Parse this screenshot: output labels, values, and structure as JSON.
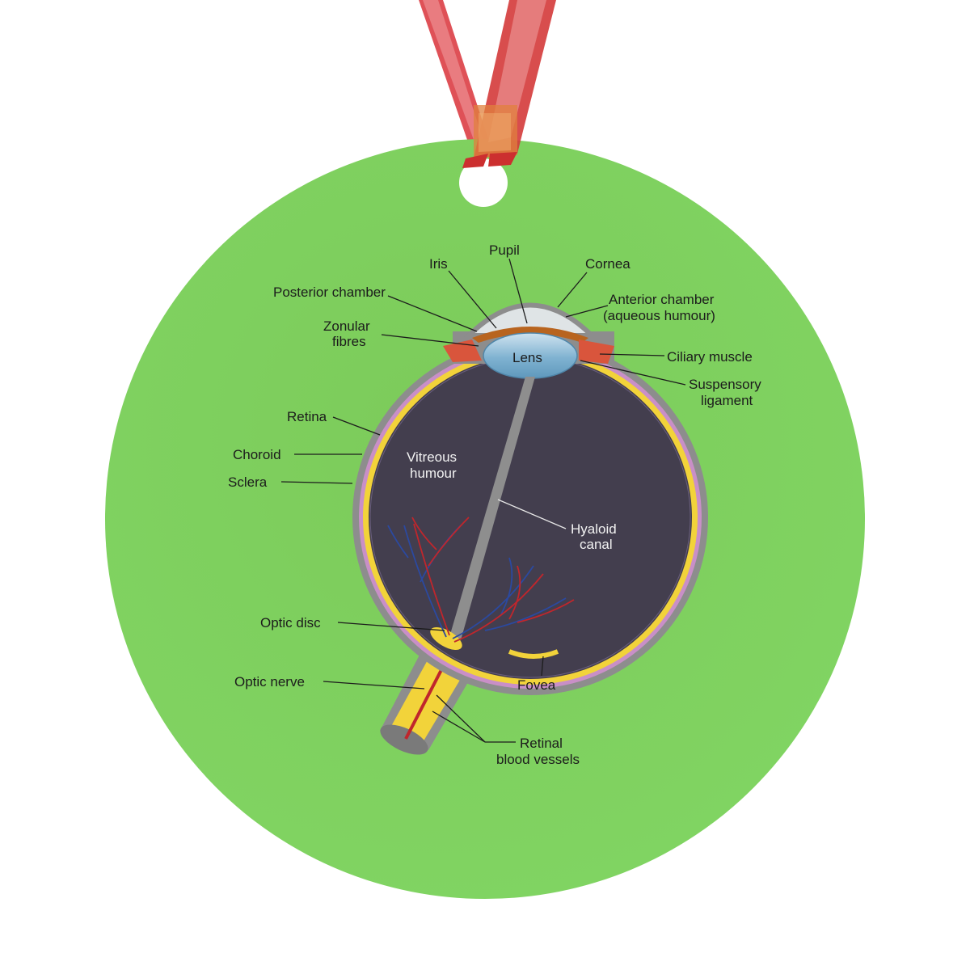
{
  "colors": {
    "background": "#ffffff",
    "ornament_green": "#7ccb5a",
    "ribbon_red": "#c0262c",
    "vitreous": "#433e4e",
    "sclera_grey": "#8d8d8d",
    "retina_yellow": "#f2d33a",
    "lens_blue": "#7fb2d1",
    "muscle_red": "#d9553c"
  },
  "labels": {
    "pupil": "Pupil",
    "iris": "Iris",
    "cornea": "Cornea",
    "posterior_chamber": "Posterior chamber",
    "anterior_chamber_1": "Anterior chamber",
    "anterior_chamber_2": "(aqueous humour)",
    "zonular_1": "Zonular",
    "zonular_2": "fibres",
    "lens": "Lens",
    "ciliary_muscle": "Ciliary muscle",
    "suspensory_1": "Suspensory",
    "suspensory_2": "ligament",
    "retina": "Retina",
    "choroid": "Choroid",
    "sclera": "Sclera",
    "vitreous_1": "Vitreous",
    "vitreous_2": "humour",
    "hyaloid_1": "Hyaloid",
    "hyaloid_2": "canal",
    "optic_disc": "Optic disc",
    "optic_nerve": "Optic nerve",
    "fovea": "Fovea",
    "retinal_vessels_1": "Retinal",
    "retinal_vessels_2": "blood vessels"
  }
}
